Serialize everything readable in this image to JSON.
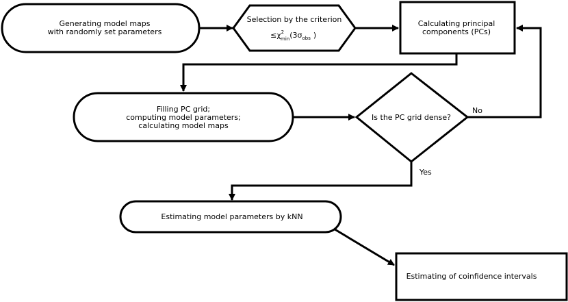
{
  "nodes": {
    "generate": {
      "line1": "Generating model maps",
      "line2": "with randomly set parameters"
    },
    "select": {
      "line1": "Selection by the criterion",
      "leq": "≤",
      "chi": "χ",
      "sup2": "2",
      "min": "min",
      "three_sigma": "(3σ",
      "obs": "obs",
      "close": ")"
    },
    "pca": {
      "line1": "Calculating principal",
      "line2": "components (PCs)"
    },
    "fill": {
      "line1": "Filling PC grid;",
      "line2": "computing model parameters;",
      "line3": "calculating model maps"
    },
    "decision": {
      "text": "Is the PC grid dense?"
    },
    "knn": {
      "text": "Estimating model parameters by kNN"
    },
    "ci": {
      "text": "Estimating of coinfidence intervals"
    }
  },
  "edges": {
    "no_label": "No",
    "yes_label": "Yes"
  }
}
